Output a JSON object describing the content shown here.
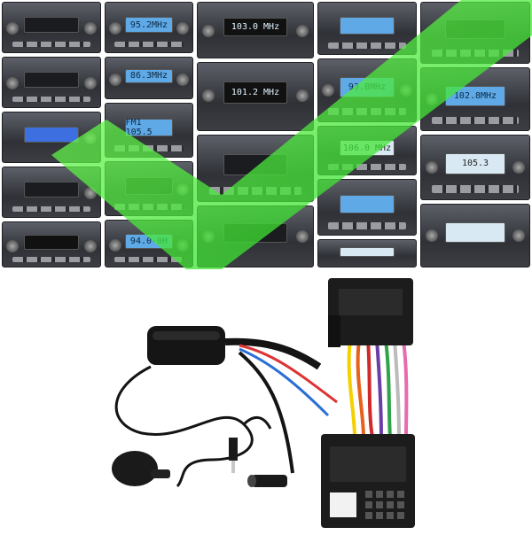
{
  "radios": [
    {
      "display": "",
      "style": "lcd"
    },
    {
      "display": "95.2MHz",
      "style": "lcd"
    },
    {
      "display": "103.0 MHz",
      "style": "dark"
    },
    {
      "display": "",
      "style": "lcd"
    },
    {
      "display": "",
      "style": "dark"
    },
    {
      "display": "",
      "style": "dark"
    },
    {
      "display": "86.3MHz",
      "style": "lcd"
    },
    {
      "display": "101.2 MHz",
      "style": "dark"
    },
    {
      "display": "93.8MHz",
      "style": "lcd"
    },
    {
      "display": "102.8MHz",
      "style": "lcd"
    },
    {
      "display": "",
      "style": "lcd"
    },
    {
      "display": "FM1 105.5",
      "style": "lcd"
    },
    {
      "display": "",
      "style": "dark"
    },
    {
      "display": "106.0 MHz",
      "style": "lit"
    },
    {
      "display": "105.3",
      "style": "lit"
    },
    {
      "display": "",
      "style": "dark"
    },
    {
      "display": "",
      "style": "dark"
    },
    {
      "display": "",
      "style": "lcd"
    },
    {
      "display": "",
      "style": "dark"
    },
    {
      "display": "",
      "style": "dark"
    },
    {
      "display": "",
      "style": "dark"
    },
    {
      "display": "94.0-0H",
      "style": "lcd"
    },
    {
      "display": "",
      "style": "dark"
    },
    {
      "display": "",
      "style": "lit"
    },
    {
      "display": "",
      "style": "lit"
    }
  ],
  "colors": {
    "check": "#2ee62e",
    "cable": "#141414"
  }
}
